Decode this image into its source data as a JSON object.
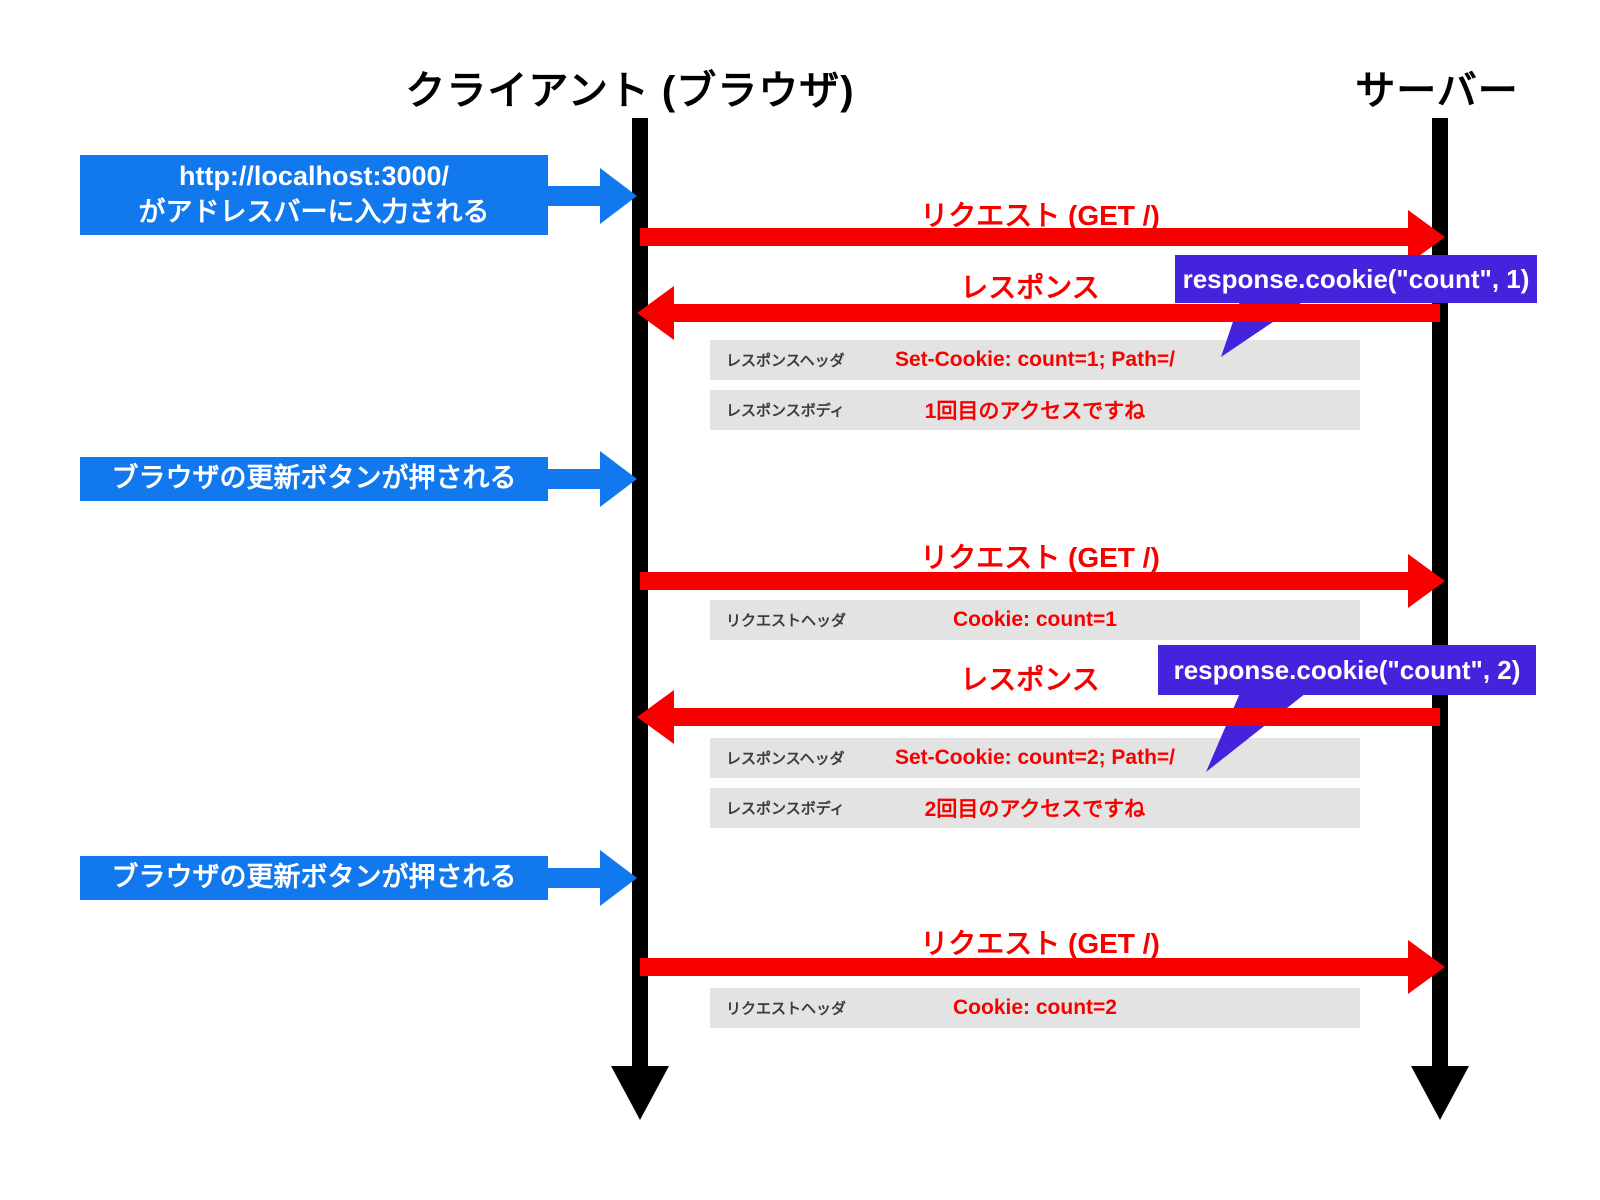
{
  "actors": {
    "client": "クライアント (ブラウザ)",
    "server": "サーバー"
  },
  "events": [
    {
      "line1": "http://localhost:3000/",
      "line2": "がアドレスバーに入力される"
    },
    {
      "line1": "ブラウザの更新ボタンが押される"
    },
    {
      "line1": "ブラウザの更新ボタンが押される"
    }
  ],
  "labels": {
    "request": "リクエスト (GET /)",
    "response": "レスポンス"
  },
  "annotations": [
    {
      "code": "response.cookie(\"count\", 1)"
    },
    {
      "code": "response.cookie(\"count\", 2)"
    }
  ],
  "details": [
    {
      "label": "レスポンスヘッダ",
      "value": "Set-Cookie: count=1; Path=/"
    },
    {
      "label": "レスポンスボディ",
      "value": "1回目のアクセスですね"
    },
    {
      "label": "リクエストヘッダ",
      "value": "Cookie: count=1"
    },
    {
      "label": "レスポンスヘッダ",
      "value": "Set-Cookie: count=2; Path=/"
    },
    {
      "label": "レスポンスボディ",
      "value": "2回目のアクセスですね"
    },
    {
      "label": "リクエストヘッダ",
      "value": "Cookie: count=2"
    }
  ],
  "colors": {
    "event_blue": "#1178EE",
    "annotation_purple": "#4522DC",
    "message_red": "#F70000",
    "lifeline_black": "#000000",
    "detail_bg": "#E3E3E3",
    "detail_label": "#3C3C3C"
  }
}
